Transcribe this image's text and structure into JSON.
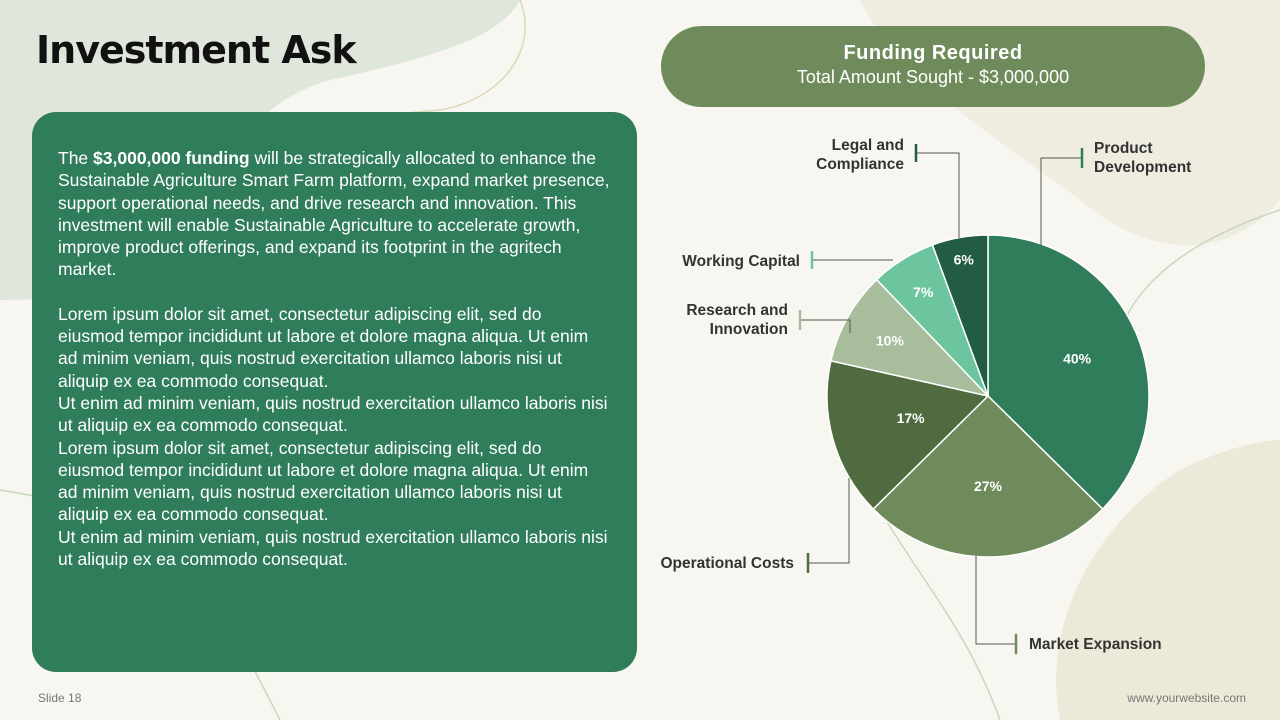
{
  "slide": {
    "title": "Investment Ask",
    "slide_number": "Slide 18",
    "website": "www.yourwebsite.com"
  },
  "funding": {
    "heading": "Funding Required",
    "subtitle": "Total Amount Sought - $3,000,000"
  },
  "body": {
    "para1_prefix": "The ",
    "para1_bold": "$3,000,000 funding",
    "para1_rest": " will be strategically allocated to enhance the Sustainable Agriculture Smart Farm platform, expand market presence, support operational needs, and drive research and innovation. This investment will enable Sustainable Agriculture to accelerate growth, improve product offerings, and expand its footprint in the agritech market.",
    "para2": "Lorem ipsum dolor sit amet, consectetur adipiscing elit, sed do eiusmod tempor incididunt ut labore et dolore magna aliqua. Ut enim ad minim veniam, quis nostrud exercitation ullamco laboris nisi ut aliquip ex ea commodo consequat.",
    "para3": "Ut enim ad minim veniam, quis nostrud exercitation ullamco laboris nisi ut aliquip ex ea commodo consequat.",
    "para4": "Lorem ipsum dolor sit amet, consectetur adipiscing elit, sed do eiusmod tempor incididunt ut labore et dolore magna aliqua. Ut enim ad minim veniam, quis nostrud exercitation ullamco laboris nisi ut aliquip ex ea commodo consequat.",
    "para5": "Ut enim ad minim veniam, quis nostrud exercitation ullamco laboris nisi ut aliquip ex ea commodo consequat."
  },
  "colors": {
    "background": "#f8f6f0",
    "text_box": "#2f7d5b",
    "pill": "#6f8b5c"
  },
  "chart_data": {
    "type": "pie",
    "categories": [
      "Product Development",
      "Market Expansion",
      "Operational Costs",
      "Research and Innovation",
      "Working Capital",
      "Legal and Compliance"
    ],
    "values": [
      40,
      27,
      17,
      10,
      7,
      6
    ],
    "value_labels": [
      "40%",
      "27%",
      "17%",
      "10%",
      "7%",
      "6%"
    ],
    "label_lines": [
      [
        "Product",
        "Development"
      ],
      [
        "Market Expansion"
      ],
      [
        "Operational Costs"
      ],
      [
        "Research and",
        "Innovation"
      ],
      [
        "Working Capital"
      ],
      [
        "Legal and",
        "Compliance"
      ]
    ],
    "colors": [
      "#2f7d5b",
      "#6f8b5c",
      "#4f6b3f",
      "#a8bd9c",
      "#6dc5a0",
      "#225c45"
    ],
    "start_angle_deg": 0,
    "direction": "clockwise"
  }
}
